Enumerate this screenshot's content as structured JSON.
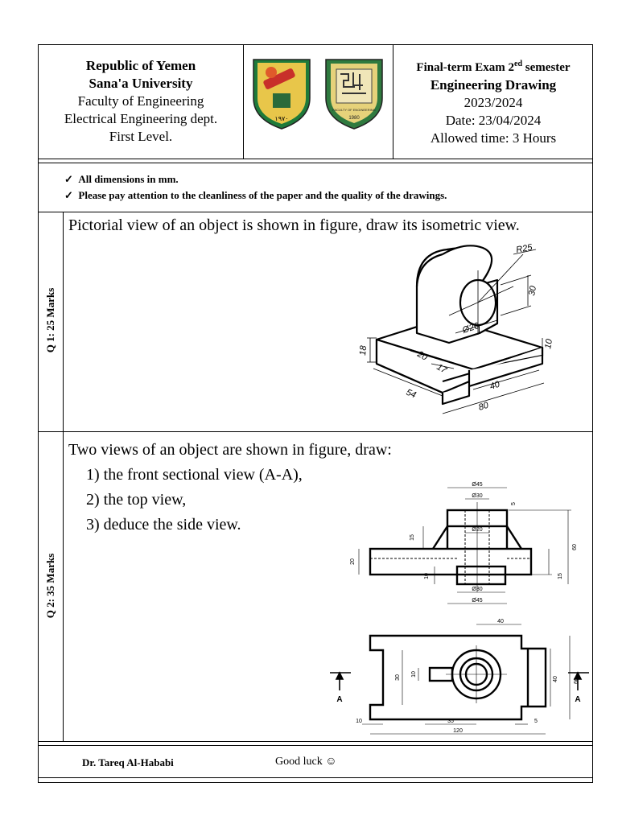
{
  "header": {
    "left": {
      "line1": "Republic of Yemen",
      "line2": "Sana'a University",
      "line3": "Faculty of Engineering",
      "line4": "Electrical Engineering dept.",
      "line5": "First Level."
    },
    "right": {
      "exam_prefix": "Final-term Exam 2",
      "exam_sup": "ed",
      "exam_suffix": " semester",
      "course": "Engineering Drawing",
      "year": "2023/2024",
      "date": "Date: 23/04/2024",
      "time": "Allowed time: 3 Hours"
    },
    "logos": {
      "university_year": "١٩٧٠",
      "faculty_text": "FACULTY OF ENGINEERING",
      "faculty_year": "1980"
    }
  },
  "instructions": [
    "All dimensions in mm.",
    "Please pay attention to the cleanliness of the paper and the quality of the drawings."
  ],
  "q1": {
    "label": "Q 1: 25 Marks",
    "text": "Pictorial view of an object is shown in figure, draw its isometric view.",
    "dims": {
      "r25": "R25",
      "d30": "30",
      "d26": "Ø26",
      "d18": "18",
      "d20": "20",
      "d17": "17",
      "d10": "10",
      "d40": "40",
      "d54": "54",
      "d80": "80"
    }
  },
  "q2": {
    "label": "Q 2: 35 Marks",
    "intro": "Two views of an object are shown in figure, draw:",
    "items": [
      "1) the front sectional view (A-A),",
      "2) the top view,",
      "3) deduce the side view."
    ],
    "dims": {
      "d45": "Ø45",
      "d30": "Ø30",
      "d20": "Ø20",
      "d30b": "Ø30",
      "d45b": "Ø45",
      "n5": "5",
      "n15": "15",
      "n20": "20",
      "n10": "10",
      "n60": "60",
      "n15b": "15",
      "t40": "40",
      "t30": "30",
      "t10": "10",
      "t40v": "40",
      "t60": "60",
      "b10": "10",
      "b35": "35",
      "b5": "5",
      "b120": "120",
      "sec_a_left": "A",
      "sec_a_right": "A"
    }
  },
  "footer": {
    "author": "Dr. Tareq Al-Hababi",
    "wish": "Good luck ☺"
  }
}
